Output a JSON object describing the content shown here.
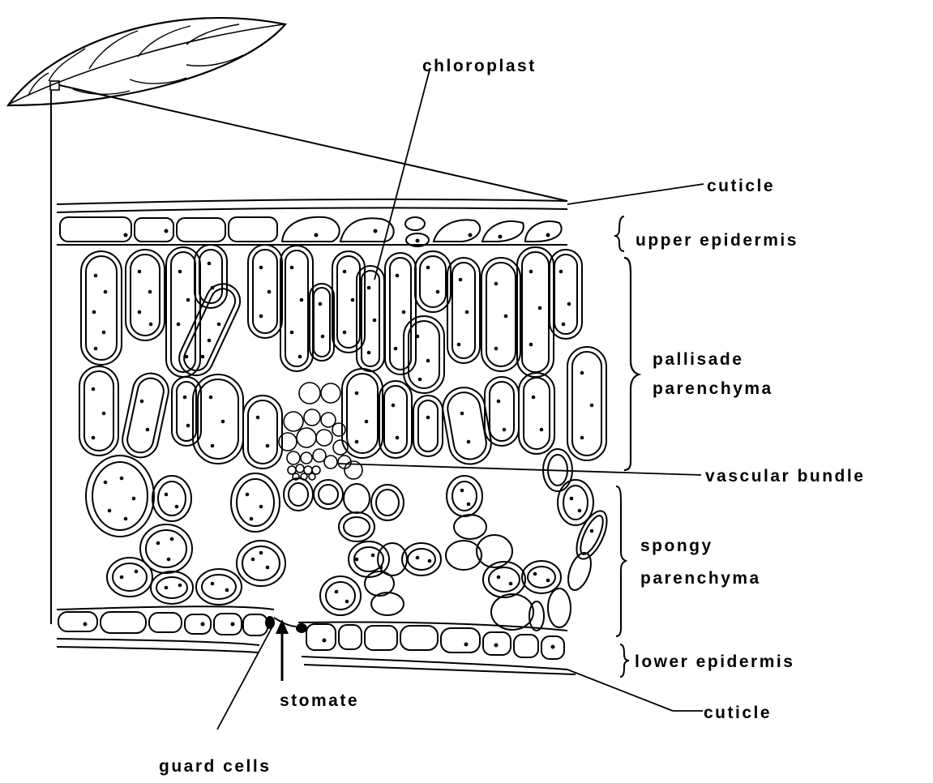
{
  "labels": {
    "chloroplast": "chloroplast",
    "cuticle_top": "cuticle",
    "upper_epidermis": "upper epidermis",
    "pallisade_line1": "pallisade",
    "pallisade_line2": "parenchyma",
    "vascular_bundle": "vascular bundle",
    "spongy_line1": "spongy",
    "spongy_line2": "parenchyma",
    "lower_epidermis": "lower epidermis",
    "cuticle_bottom": "cuticle",
    "stomate": "stomate",
    "guard_cells": "guard cells"
  },
  "colors": {
    "ink": "#000000",
    "paper": "#ffffff"
  }
}
